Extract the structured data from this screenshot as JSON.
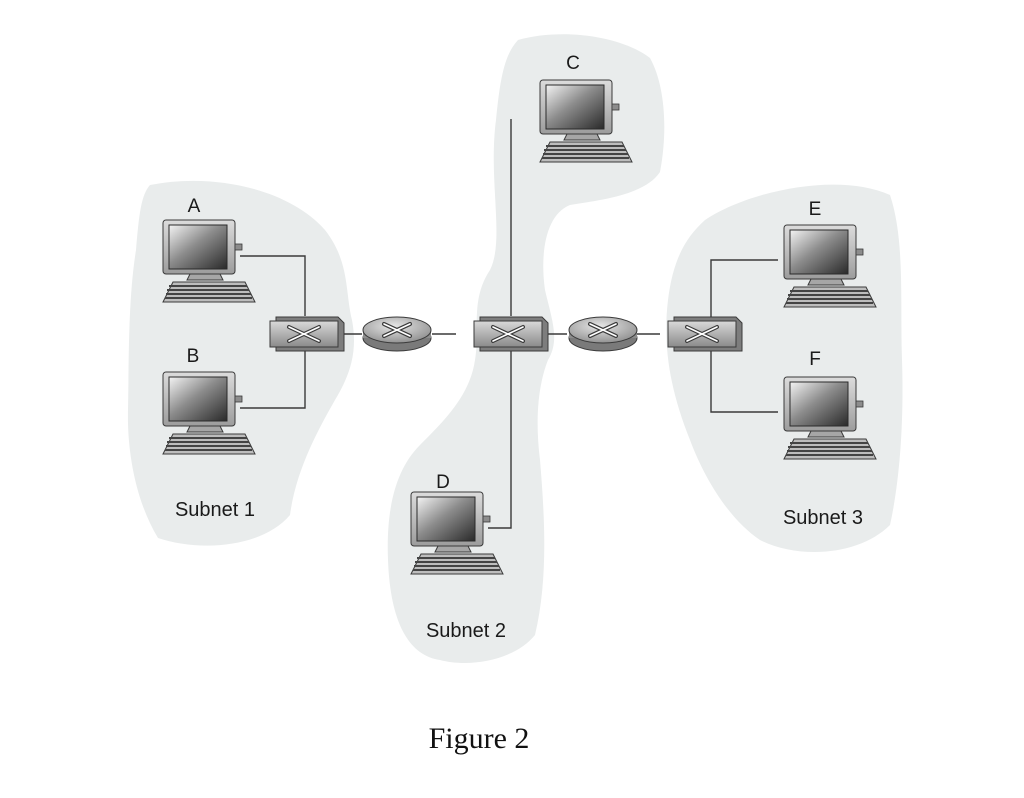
{
  "diagram": {
    "hosts": {
      "a": "A",
      "b": "B",
      "c": "C",
      "d": "D",
      "e": "E",
      "f": "F"
    },
    "subnets": {
      "subnet1": "Subnet 1",
      "subnet2": "Subnet 2",
      "subnet3": "Subnet 3"
    },
    "caption": "Figure 2"
  },
  "colors": {
    "subnet_background": "#e9ecec",
    "link": "#3a3a3a"
  },
  "icons": {
    "host": "desktop-computer-icon",
    "switch": "switch-icon",
    "router": "router-icon"
  }
}
